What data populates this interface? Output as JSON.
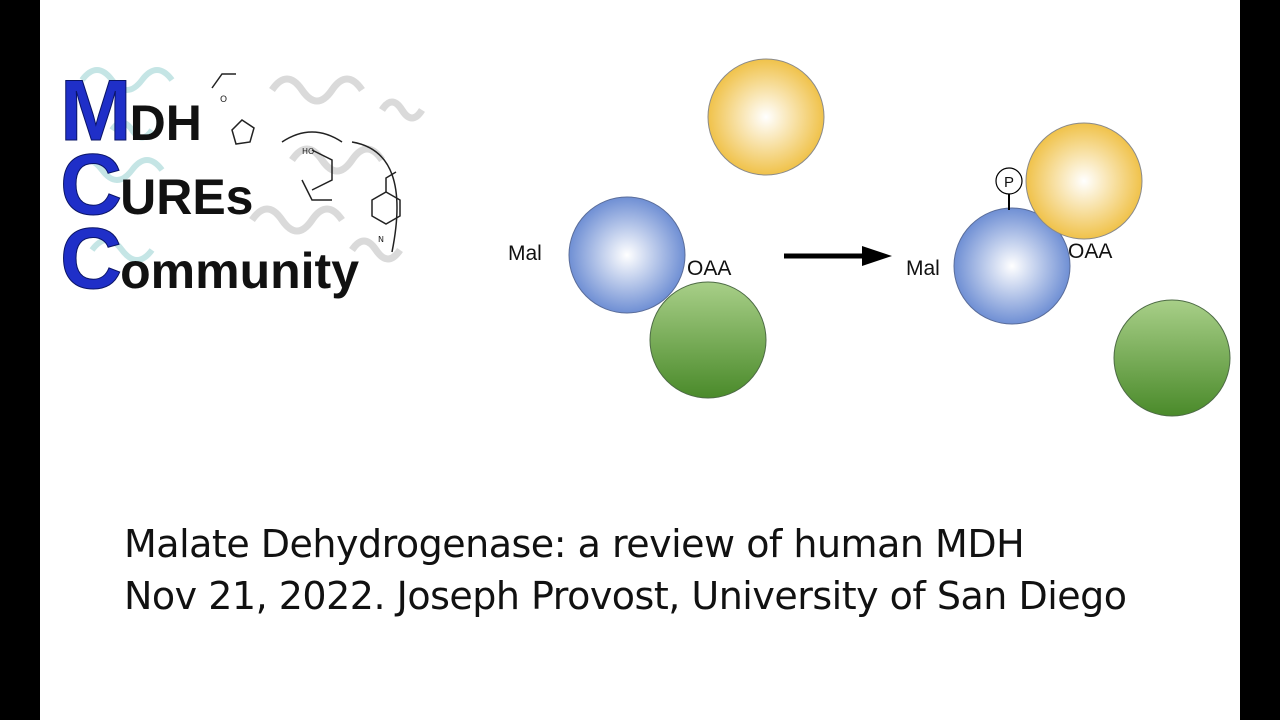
{
  "logo": {
    "line1_initial": "M",
    "line1_rest": "DH",
    "line2_initial": "C",
    "line2_rest": "UREs",
    "line3_initial": "C",
    "line3_rest": "ommunity"
  },
  "diagram": {
    "left_label_mal": "Mal",
    "left_label_oaa": "OAA",
    "right_label_mal": "Mal",
    "right_label_oaa": "OAA",
    "phospho_label": "P"
  },
  "colors": {
    "yellow": "#f0c24a",
    "blue": "#6f8fd4",
    "green": "#5e9a3a",
    "logo_blue": "#1f2fc8"
  },
  "caption": {
    "line1": "Malate Dehydrogenase: a review of human MDH",
    "line2": "Nov 21, 2022.  Joseph Provost, University of San Diego"
  }
}
